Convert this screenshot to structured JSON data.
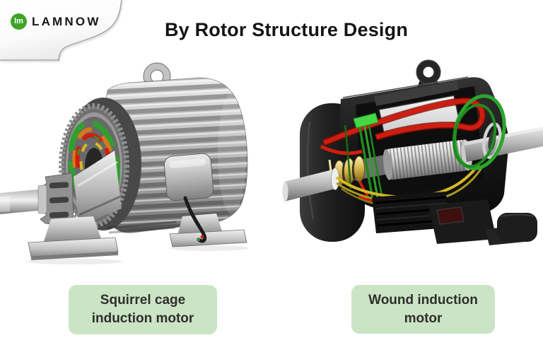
{
  "page": {
    "background": "#ffffff"
  },
  "logo": {
    "brand": "LAMNOW",
    "monogram": "lm"
  },
  "header": {
    "title": "By Rotor Structure Design"
  },
  "figures": [
    {
      "id": "squirrel-cage-motor",
      "label_lines": [
        "Squirrel cage",
        "induction motor"
      ]
    },
    {
      "id": "wound-induction-motor",
      "label_lines": [
        "Wound induction",
        "motor"
      ]
    }
  ],
  "colors": {
    "logo-green": "#3fa426",
    "label-bg": "#cbe5c4",
    "label-text": "#2e2e2e",
    "title-text": "#141414",
    "winding-red": "#cf1d10",
    "winding-green": "#2fa02f",
    "winding-yellow": "#d7b824",
    "winding-orange": "#d97818"
  }
}
